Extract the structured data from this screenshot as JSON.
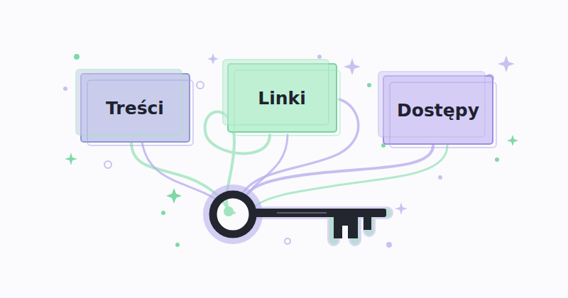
{
  "diagram": {
    "nodes": [
      {
        "text": [
          "Treści"
        ]
      },
      {
        "text": [
          "Linki"
        ]
      },
      {
        "text": [
          "Dostępy"
        ]
      }
    ]
  }
}
